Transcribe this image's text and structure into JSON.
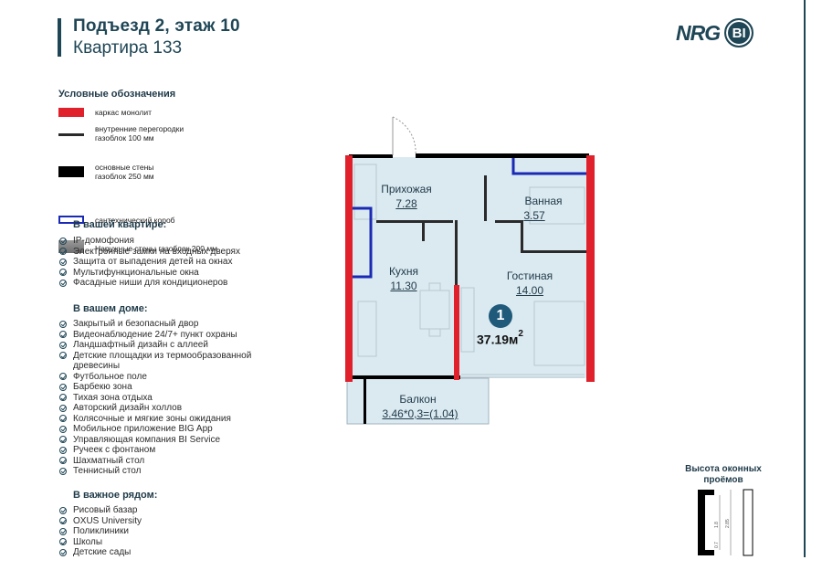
{
  "header": {
    "entrance_floor": "Подъезд 2, этаж 10",
    "apartment": "Квартира 133"
  },
  "logo": {
    "text": "NRG",
    "badge": "BI"
  },
  "legend": {
    "title": "Условные обозначения",
    "items": [
      {
        "label": "каркас монолит",
        "color": "#e0202a"
      },
      {
        "label": "внутренние перегородки\nгазоблок 100 мм",
        "color": "#2a2a2a"
      },
      {
        "label": "основные стены\nгазоблок 250 мм",
        "color": "#000000"
      },
      {
        "label": "сантехнический короб",
        "color": "#1a2ab4"
      },
      {
        "label": "Наружные стены газоблок 200 мм",
        "color": "#8a8a8a"
      }
    ]
  },
  "sections": {
    "apartment": {
      "title": "В вашей квартире:",
      "items": [
        "IP-домофония",
        "Электронные замки на входных дверях",
        "Защита от выпадения детей на окнах",
        "Мультифункциональные окна",
        "Фасадные ниши для кондиционеров"
      ]
    },
    "house": {
      "title": "В вашем доме:",
      "items": [
        "Закрытый и безопасный двор",
        "Видеонаблюдение 24/7+ пункт охраны",
        "Ландшафтный дизайн с аллеей",
        "Детские площадки из термообразованной древесины",
        "Футбольное поле",
        "Барбекю зона",
        "Тихая зона отдыха",
        "Авторский дизайн холлов",
        "Колясочные и мягкие зоны ожидания",
        "Мобильное приложение BIG App",
        "Управляющая компания BI Service",
        "Ручеек с фонтаном",
        "Шахматный стол",
        "Теннисный стол"
      ]
    },
    "nearby": {
      "title": "В важное рядом:",
      "items": [
        "Рисовый базар",
        "OXUS University",
        "Поликлиники",
        "Школы",
        "Детские сады"
      ]
    }
  },
  "rooms": {
    "hall": {
      "name": "Прихожая",
      "area": "7.28"
    },
    "bath": {
      "name": "Ванная",
      "area": "3.57"
    },
    "kitchen": {
      "name": "Кухня",
      "area": "11.30"
    },
    "living": {
      "name": "Гостиная",
      "area": "14.00"
    },
    "balcony": {
      "name": "Балкон",
      "area": "3.46*0,3=(1.04)"
    }
  },
  "apartment_badge": "1",
  "total_area": {
    "value": "37.19м",
    "superscript": "2"
  },
  "window_height": {
    "title": "Высота оконных проёмов",
    "dims": [
      "1.8",
      "2.85",
      "0.7"
    ]
  },
  "colors": {
    "accent": "#1f4656",
    "monolith_red": "#e0202a",
    "plumbing_blue": "#1a2ab4",
    "floor_fill": "#dbe9f1"
  }
}
